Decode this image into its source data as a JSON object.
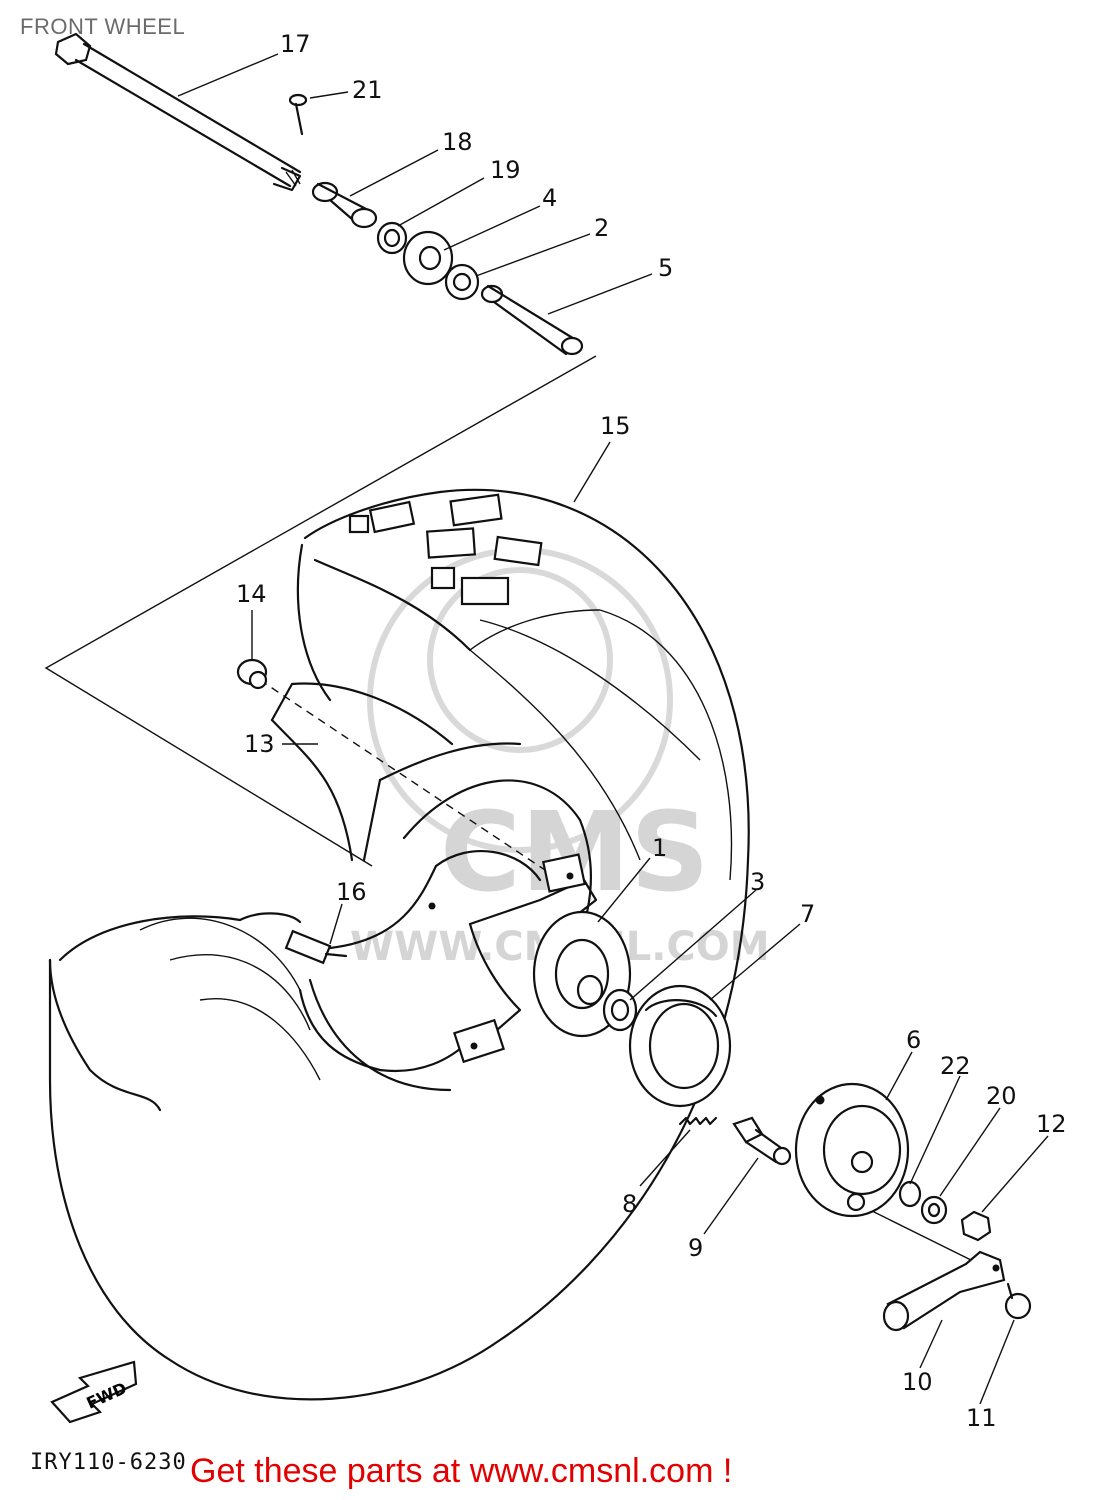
{
  "title": "FRONT WHEEL",
  "drawing_code": "IRY110-6230",
  "footer": "Get these parts at www.cmsnl.com !",
  "fwd_label": "FWD",
  "watermark": {
    "brand": "CMS",
    "url": "WWW.CMSNL.COM"
  },
  "colors": {
    "footer": "#e30000",
    "title": "#6b6b6b",
    "ink": "#111111"
  },
  "callouts": {
    "c1": "1",
    "c2": "2",
    "c3": "3",
    "c4": "4",
    "c5": "5",
    "c6": "6",
    "c7": "7",
    "c8": "8",
    "c9": "9",
    "c10": "10",
    "c11": "11",
    "c12": "12",
    "c13": "13",
    "c14": "14",
    "c15": "15",
    "c16": "16",
    "c17": "17",
    "c18": "18",
    "c19": "19",
    "c20": "20",
    "c21": "21",
    "c22": "22"
  }
}
